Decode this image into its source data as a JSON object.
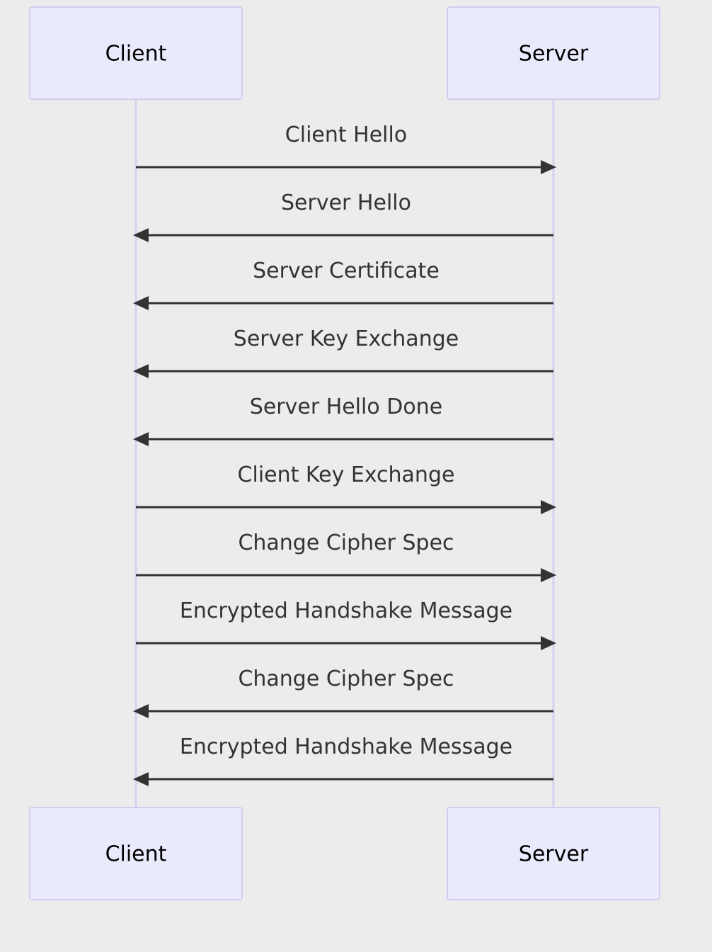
{
  "participants": [
    {
      "id": "client",
      "label": "Client"
    },
    {
      "id": "server",
      "label": "Server"
    }
  ],
  "messages": [
    {
      "from": "client",
      "to": "server",
      "label": "Client Hello"
    },
    {
      "from": "server",
      "to": "client",
      "label": "Server Hello"
    },
    {
      "from": "server",
      "to": "client",
      "label": "Server Certificate"
    },
    {
      "from": "server",
      "to": "client",
      "label": "Server Key Exchange"
    },
    {
      "from": "server",
      "to": "client",
      "label": "Server Hello Done"
    },
    {
      "from": "client",
      "to": "server",
      "label": "Client Key Exchange"
    },
    {
      "from": "client",
      "to": "server",
      "label": "Change Cipher Spec"
    },
    {
      "from": "client",
      "to": "server",
      "label": "Encrypted Handshake Message"
    },
    {
      "from": "server",
      "to": "client",
      "label": "Change Cipher Spec"
    },
    {
      "from": "server",
      "to": "client",
      "label": "Encrypted Handshake Message"
    }
  ]
}
